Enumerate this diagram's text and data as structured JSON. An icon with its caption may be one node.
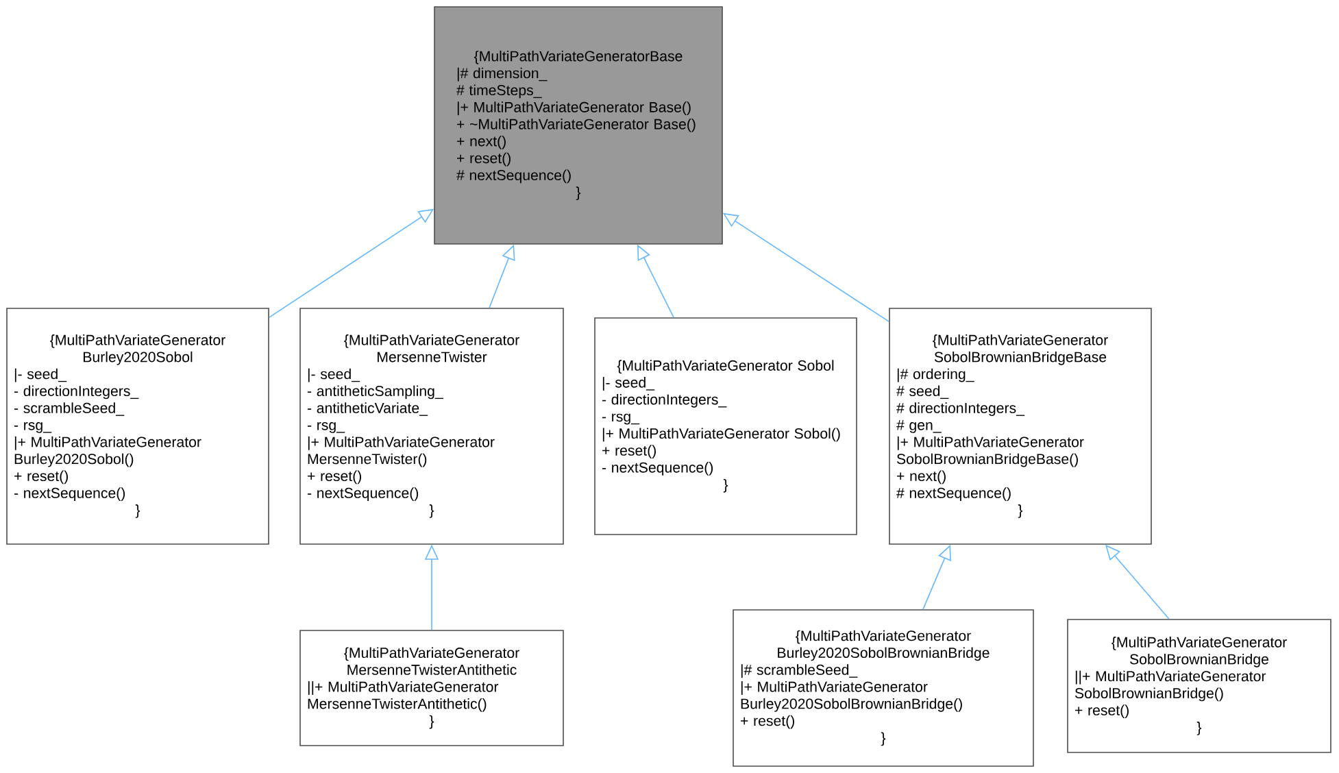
{
  "diagram": {
    "nodes": [
      {
        "text": [
          "{MultiPathVariateGeneratorBase",
          "|# dimension_",
          "# timeSteps_",
          "|+ MultiPathVariateGenerator Base()",
          "+ ~MultiPathVariateGenerator Base()",
          "+ next()",
          "+ reset()",
          "# nextSequence()",
          "}"
        ]
      },
      {
        "text": [
          "{MultiPathVariateGenerator Burley2020Sobol",
          "|- seed_",
          "- directionIntegers_",
          "- scrambleSeed_",
          "- rsg_",
          "|+ MultiPathVariateGenerator Burley2020Sobol()",
          "+ reset()",
          "- nextSequence()",
          "}"
        ]
      },
      {
        "text": [
          "{MultiPathVariateGenerator MersenneTwister",
          "|- seed_",
          "- antitheticSampling_",
          "- antitheticVariate_",
          "- rsg_",
          "|+ MultiPathVariateGenerator MersenneTwister()",
          "+ reset()",
          "- nextSequence()",
          "}"
        ]
      },
      {
        "text": [
          "{MultiPathVariateGenerator Sobol",
          "|- seed_",
          "- directionIntegers_",
          "- rsg_",
          "|+ MultiPathVariateGenerator Sobol()",
          "+ reset()",
          "- nextSequence()",
          "}"
        ]
      },
      {
        "text": [
          "{MultiPathVariateGenerator SobolBrownianBridgeBase",
          "|# ordering_",
          "# seed_",
          "# directionIntegers_",
          "# gen_",
          "|+ MultiPathVariateGenerator SobolBrownianBridgeBase()",
          "+ next()",
          "# nextSequence()",
          "}"
        ]
      },
      {
        "text": [
          "{MultiPathVariateGenerator MersenneTwisterAntithetic",
          "||+ MultiPathVariateGenerator MersenneTwisterAntithetic()",
          "}"
        ]
      },
      {
        "text": [
          "{MultiPathVariateGenerator Burley2020SobolBrownianBridge",
          "|# scrambleSeed_",
          "|+ MultiPathVariateGenerator Burley2020SobolBrownianBridge()",
          "+ reset()",
          "}"
        ]
      },
      {
        "text": [
          "{MultiPathVariateGenerator SobolBrownianBridge",
          "||+ MultiPathVariateGenerator SobolBrownianBridge()",
          "+ reset()",
          "}"
        ]
      }
    ],
    "edges": [
      {
        "from": 1,
        "to": 0,
        "arrow": "to"
      },
      {
        "from": 2,
        "to": 0,
        "arrow": "to"
      },
      {
        "from": 3,
        "to": 0,
        "arrow": "to"
      },
      {
        "from": 4,
        "to": 0,
        "arrow": "to"
      },
      {
        "from": 5,
        "to": 2,
        "arrow": "to"
      },
      {
        "from": 6,
        "to": 4,
        "arrow": "to"
      },
      {
        "from": 7,
        "to": 4,
        "arrow": "to"
      }
    ]
  }
}
